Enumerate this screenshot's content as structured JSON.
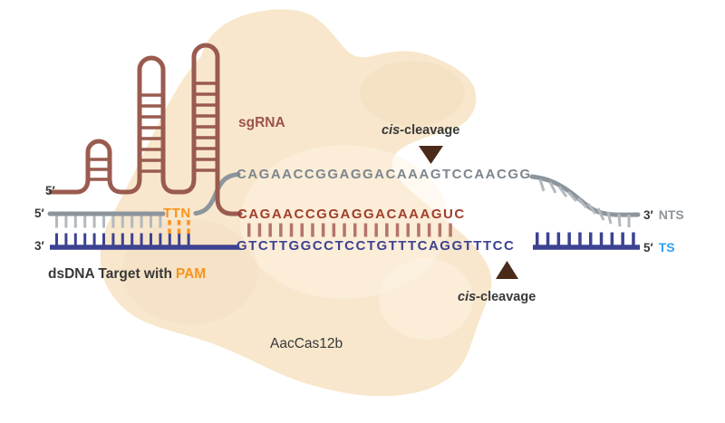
{
  "title": "AacCas12b cis-cleavage diagram",
  "sgrna": {
    "label": "sgRNA",
    "end_label": "5′",
    "spacer_sequence": "CAGAACCGGAGGACAAAGUC"
  },
  "nts_strand": {
    "left_label": "5′",
    "right_label": "3′",
    "name": "NTS",
    "unwound_sequence": "CAGAACCGGAGGACAAAGTCCAACGG"
  },
  "ts_strand": {
    "left_label": "3′",
    "right_label": "5′",
    "name": "TS",
    "sequence": "GTCTTGGCCTCCTGTTTCAGGTTTCC"
  },
  "pam": {
    "label": "TTN"
  },
  "annotations": {
    "cleavage_top": {
      "italic": "cis",
      "rest": "-cleavage"
    },
    "cleavage_bottom": {
      "italic": "cis",
      "rest": "-cleavage"
    },
    "target_label_prefix": "dsDNA Target with",
    "target_label_pam": "PAM",
    "protein_label": "AacCas12b"
  },
  "colors": {
    "sgrna_brown": "#9a5b4f",
    "sgrna_label": "#9d5348",
    "spacer_red": "#a03f2b",
    "pair_red": "#b4756a",
    "dna_blue": "#3d4291",
    "strand_gray": "#8d959c",
    "tick_silver": "#b2b9bf",
    "seq_gray": "#7d868e",
    "pam_orange": "#f7941e",
    "ts_blue": "#2f9ff2",
    "protein_tan": "#f8e7cc",
    "protein_inner": "#fdf3e3",
    "protein_deep": "#f2dcbc",
    "cleavage_brown": "#4a2a18",
    "text_dark": "#383838"
  }
}
